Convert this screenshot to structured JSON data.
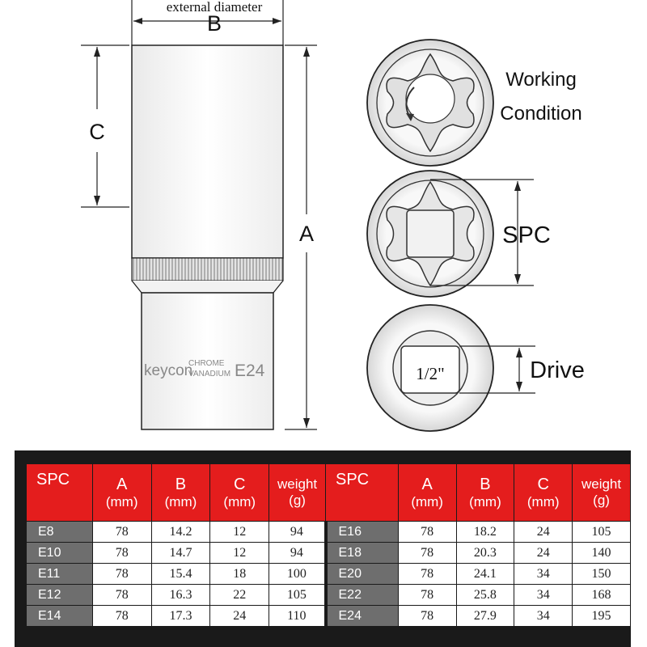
{
  "diagram": {
    "external_diameter": "external diameter",
    "B": "B",
    "C": "C",
    "A": "A",
    "brand": "keycon",
    "material_line1": "CHROME",
    "material_line2": "VANADIUM",
    "model": "E24",
    "working_line1": "Working",
    "working_line2": "Condition",
    "spc": "SPC",
    "drive_size": "1/2\"",
    "drive": "Drive"
  },
  "table": {
    "headers": [
      {
        "t1": "SPC",
        "t2": ""
      },
      {
        "t1": "A",
        "t2": "(mm)"
      },
      {
        "t1": "B",
        "t2": "(mm)"
      },
      {
        "t1": "C",
        "t2": "(mm)"
      },
      {
        "t1": "weight",
        "t2": "(g)"
      }
    ],
    "left_rows": [
      [
        "E8",
        "78",
        "14.2",
        "12",
        "94"
      ],
      [
        "E10",
        "78",
        "14.7",
        "12",
        "94"
      ],
      [
        "E11",
        "78",
        "15.4",
        "18",
        "100"
      ],
      [
        "E12",
        "78",
        "16.3",
        "22",
        "105"
      ],
      [
        "E14",
        "78",
        "17.3",
        "24",
        "110"
      ]
    ],
    "right_rows": [
      [
        "E16",
        "78",
        "18.2",
        "24",
        "105"
      ],
      [
        "E18",
        "78",
        "20.3",
        "24",
        "140"
      ],
      [
        "E20",
        "78",
        "24.1",
        "34",
        "150"
      ],
      [
        "E22",
        "78",
        "25.8",
        "34",
        "168"
      ],
      [
        "E24",
        "78",
        "27.9",
        "34",
        "195"
      ]
    ]
  },
  "colors": {
    "header_red": "#e41d1d",
    "code_gray": "#6e6e6e",
    "panel_dark": "#1a1a1a"
  }
}
